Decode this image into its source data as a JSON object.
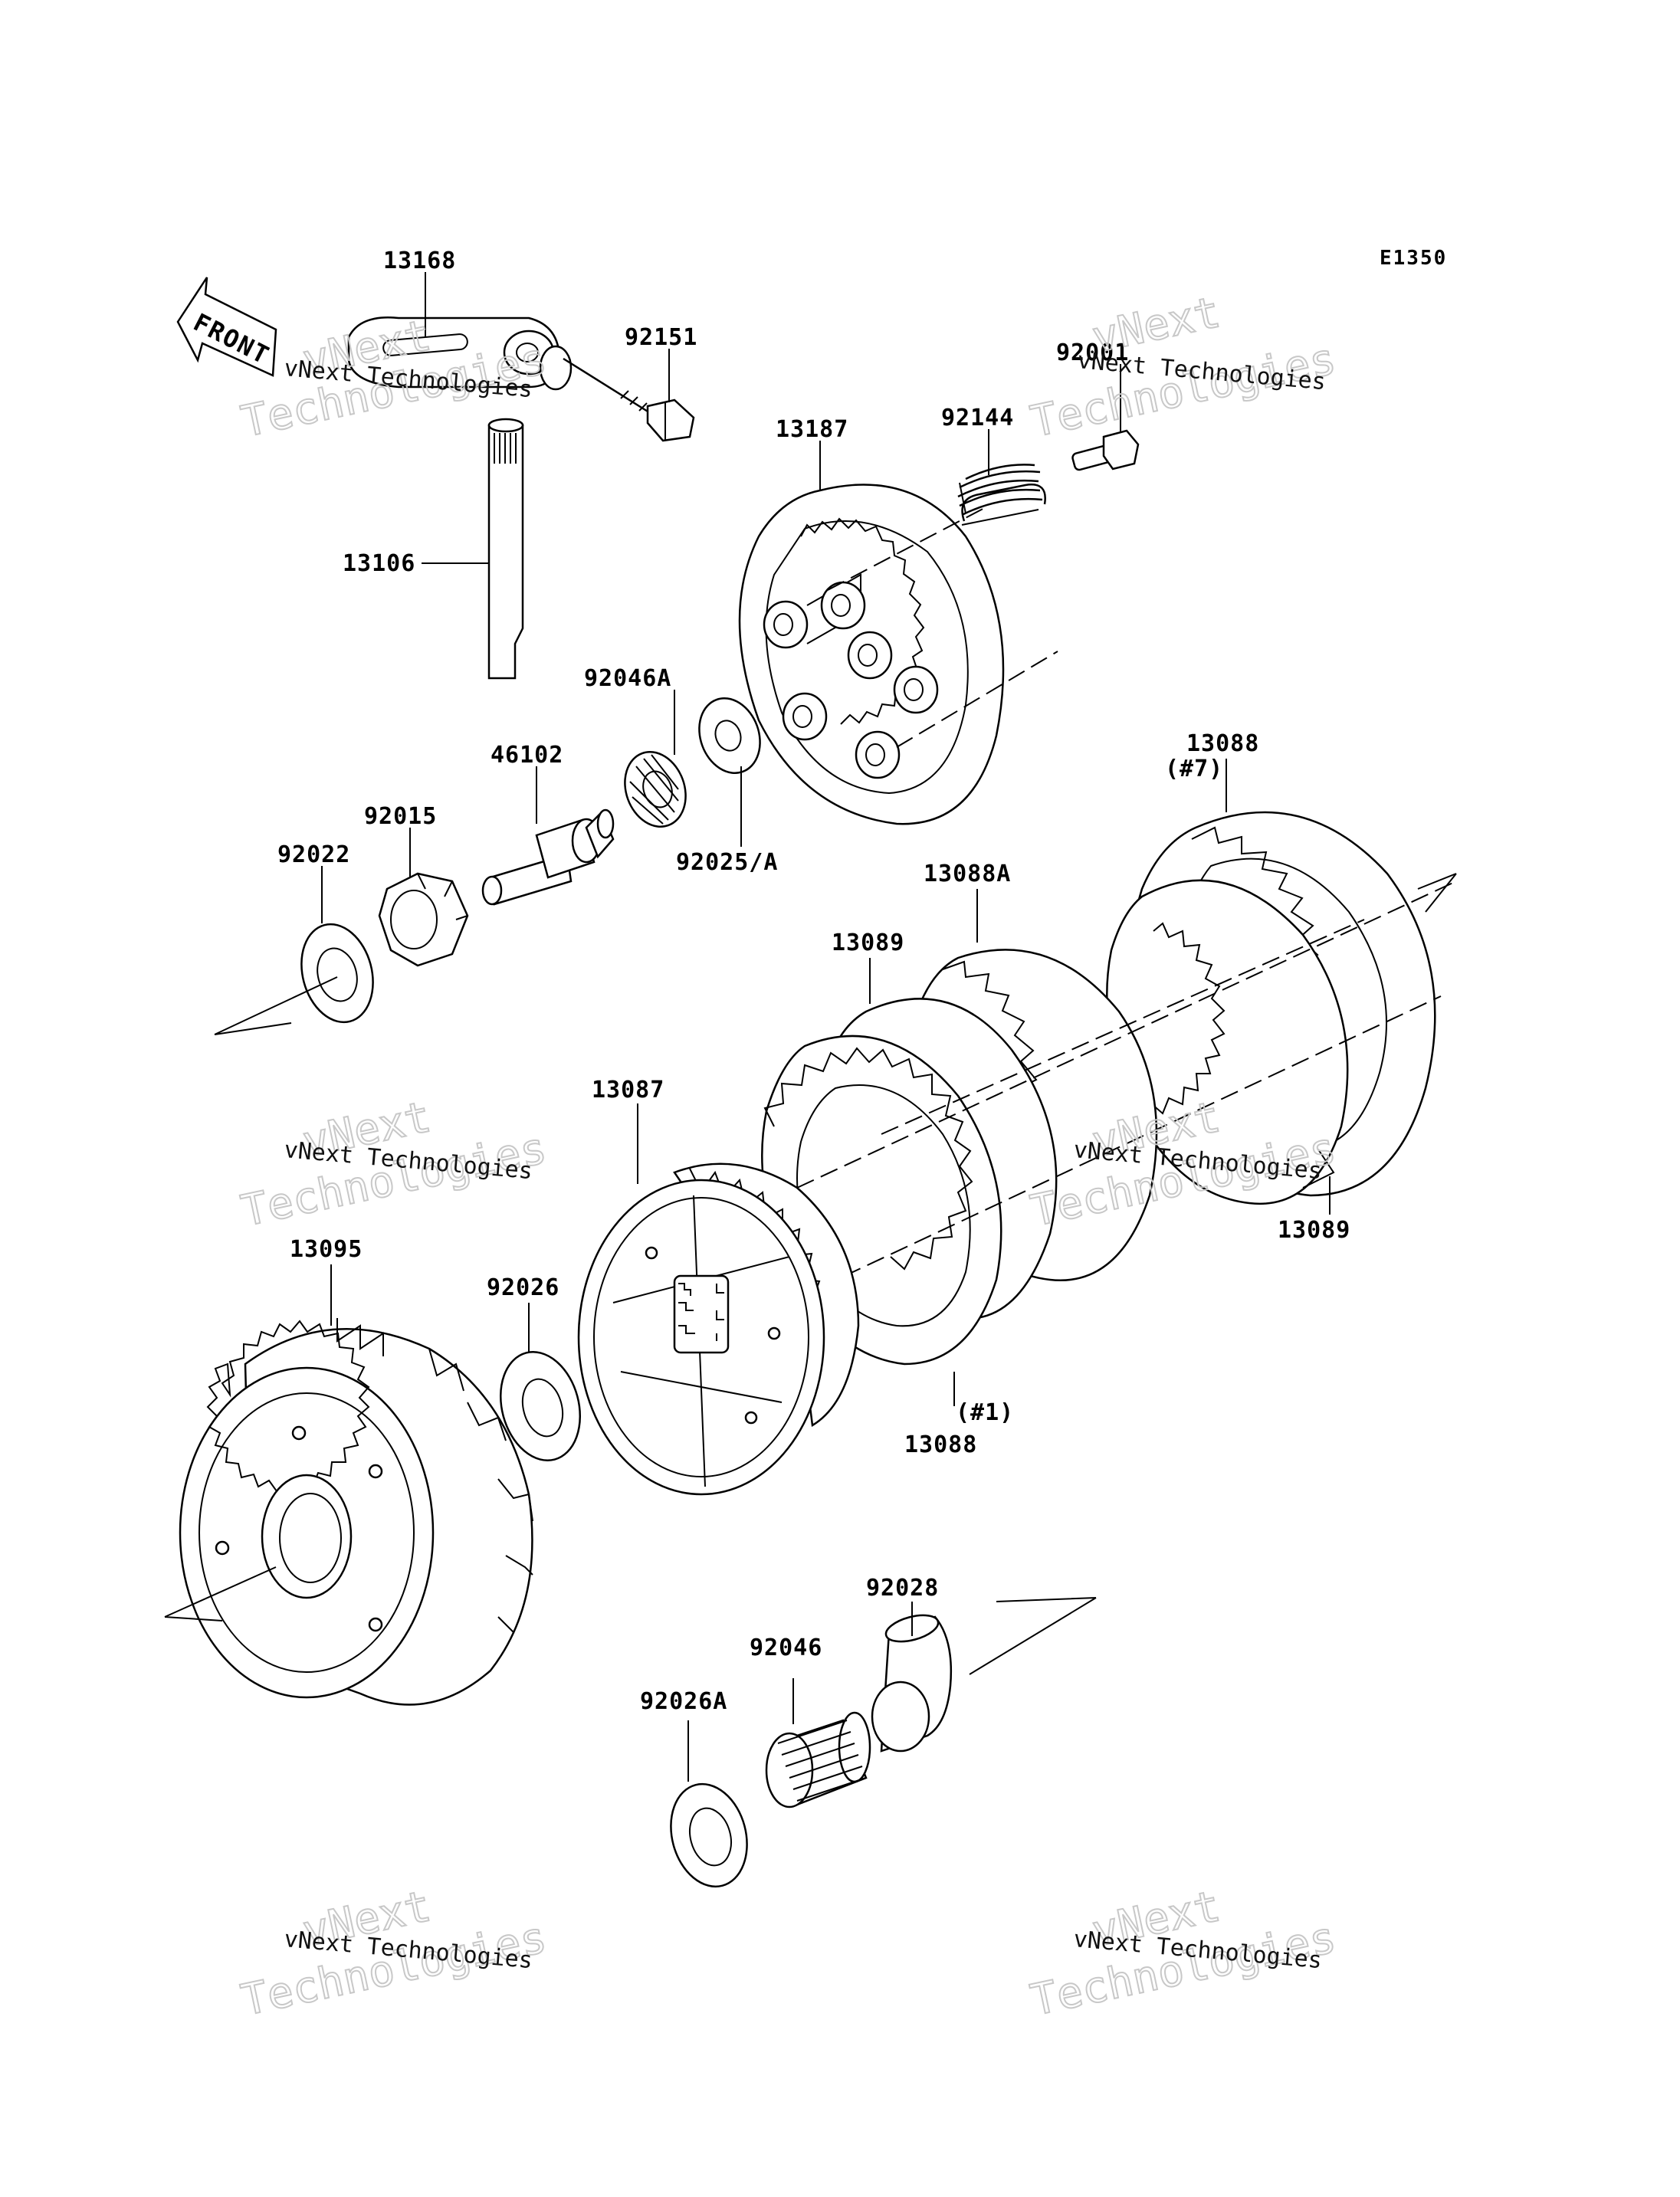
{
  "diagram": {
    "code": "E1350",
    "front_label": "FRONT",
    "parts": [
      {
        "id": "p13168",
        "number": "13168"
      },
      {
        "id": "p92151",
        "number": "92151"
      },
      {
        "id": "p92001",
        "number": "92001"
      },
      {
        "id": "p92144",
        "number": "92144"
      },
      {
        "id": "p13187",
        "number": "13187"
      },
      {
        "id": "p13106",
        "number": "13106"
      },
      {
        "id": "p92046A",
        "number": "92046A"
      },
      {
        "id": "p46102",
        "number": "46102"
      },
      {
        "id": "p92015",
        "number": "92015"
      },
      {
        "id": "p92022",
        "number": "92022"
      },
      {
        "id": "p92025A",
        "number": "92025/A"
      },
      {
        "id": "p13088top",
        "number": "13088",
        "note": "(#7)"
      },
      {
        "id": "p13088A",
        "number": "13088A"
      },
      {
        "id": "p13089left",
        "number": "13089"
      },
      {
        "id": "p13087",
        "number": "13087"
      },
      {
        "id": "p13089right",
        "number": "13089"
      },
      {
        "id": "p13095",
        "number": "13095"
      },
      {
        "id": "p92026",
        "number": "92026"
      },
      {
        "id": "p13088bottom",
        "number": "13088",
        "note": "(#1)"
      },
      {
        "id": "p92028",
        "number": "92028"
      },
      {
        "id": "p92046",
        "number": "92046"
      },
      {
        "id": "p92026A",
        "number": "92026A"
      }
    ]
  },
  "watermark": {
    "line1": "vNext",
    "line2": "vNext Technologies",
    "line3": "Technologies"
  }
}
